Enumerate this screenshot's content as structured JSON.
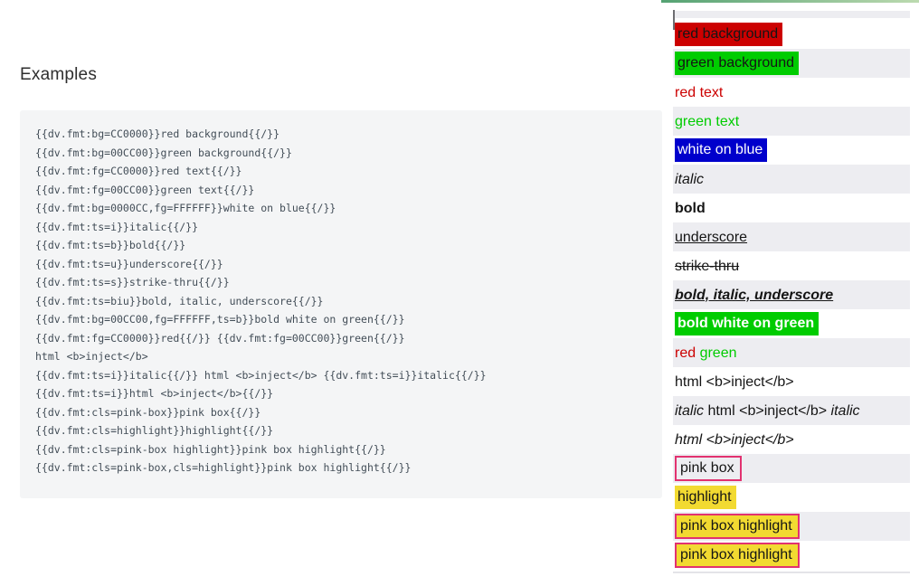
{
  "heading": "Examples",
  "code_block": {
    "lines": [
      "{{dv.fmt:bg=CC0000}}red background{{/}}",
      "{{dv.fmt:bg=00CC00}}green background{{/}}",
      "{{dv.fmt:fg=CC0000}}red text{{/}}",
      "{{dv.fmt:fg=00CC00}}green text{{/}}",
      "{{dv.fmt:bg=0000CC,fg=FFFFFF}}white on blue{{/}}",
      "{{dv.fmt:ts=i}}italic{{/}}",
      "{{dv.fmt:ts=b}}bold{{/}}",
      "{{dv.fmt:ts=u}}underscore{{/}}",
      "{{dv.fmt:ts=s}}strike-thru{{/}}",
      "{{dv.fmt:ts=biu}}bold, italic, underscore{{/}}",
      "{{dv.fmt:bg=00CC00,fg=FFFFFF,ts=b}}bold white on green{{/}}",
      "{{dv.fmt:fg=CC0000}}red{{/}} {{dv.fmt:fg=00CC00}}green{{/}}",
      "html <b>inject</b>",
      "{{dv.fmt:ts=i}}italic{{/}} html <b>inject</b> {{dv.fmt:ts=i}}italic{{/}}",
      "{{dv.fmt:ts=i}}html <b>inject</b>{{/}}",
      "{{dv.fmt:cls=pink-box}}pink box{{/}}",
      "{{dv.fmt:cls=highlight}}highlight{{/}}",
      "{{dv.fmt:cls=pink-box highlight}}pink box highlight{{/}}",
      "{{dv.fmt:cls=pink-box,cls=highlight}}pink box highlight{{/}}"
    ]
  },
  "preview": {
    "rows": [
      {
        "segments": [
          {
            "text": "red background",
            "bg": "CC0000"
          }
        ]
      },
      {
        "segments": [
          {
            "text": "green background",
            "bg": "00CC00"
          }
        ]
      },
      {
        "segments": [
          {
            "text": "red text",
            "fg": "CC0000"
          }
        ]
      },
      {
        "segments": [
          {
            "text": "green text",
            "fg": "00CC00"
          }
        ]
      },
      {
        "segments": [
          {
            "text": "white on blue",
            "bg": "0000CC",
            "fg": "FFFFFF"
          }
        ]
      },
      {
        "segments": [
          {
            "text": "italic",
            "ts": "i"
          }
        ]
      },
      {
        "segments": [
          {
            "text": "bold",
            "ts": "b"
          }
        ]
      },
      {
        "segments": [
          {
            "text": "underscore",
            "ts": "u"
          }
        ]
      },
      {
        "segments": [
          {
            "text": "strike-thru",
            "ts": "s"
          }
        ]
      },
      {
        "segments": [
          {
            "text": "bold, italic, underscore",
            "ts": "biu"
          }
        ]
      },
      {
        "segments": [
          {
            "text": "bold white on green",
            "bg": "00CC00",
            "fg": "FFFFFF",
            "ts": "b"
          }
        ]
      },
      {
        "segments": [
          {
            "text": "red",
            "fg": "CC0000"
          },
          {
            "text": " "
          },
          {
            "text": "green",
            "fg": "00CC00"
          }
        ]
      },
      {
        "segments": [
          {
            "text": "html <b>inject</b>"
          }
        ]
      },
      {
        "segments": [
          {
            "text": "italic",
            "ts": "i"
          },
          {
            "text": " html <b>inject</b> "
          },
          {
            "text": "italic",
            "ts": "i"
          }
        ]
      },
      {
        "segments": [
          {
            "text": "html <b>inject</b>",
            "ts": "i"
          }
        ]
      },
      {
        "segments": [
          {
            "text": "pink box",
            "cls": "pink-box"
          }
        ]
      },
      {
        "segments": [
          {
            "text": "highlight",
            "cls": "highlight"
          }
        ]
      },
      {
        "segments": [
          {
            "text": "pink box highlight",
            "cls": "pink-box highlight"
          }
        ]
      },
      {
        "segments": [
          {
            "text": "pink box highlight",
            "cls": "pink-box highlight"
          }
        ]
      }
    ]
  },
  "colors": {
    "bar_start": "#55a273",
    "bar_end": "#bcdab0",
    "stripe": "#ededf1",
    "code_bg": "#f4f5f6",
    "highlight_yellow": "#f2da31",
    "pink_border": "#e23270",
    "red": "#CC0000",
    "green": "#00CC00",
    "blue": "#0000CC",
    "white": "#FFFFFF"
  }
}
